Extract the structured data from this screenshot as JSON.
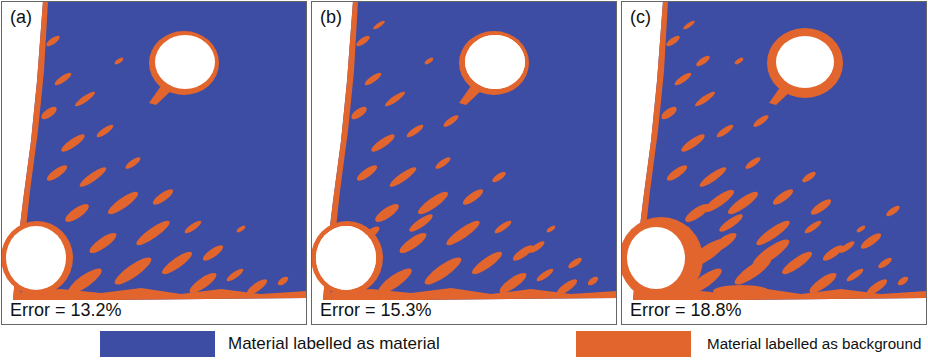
{
  "diagram": {
    "nodes": [
      {
        "text": [
          "(a)",
          "Error = 13.2%"
        ]
      },
      {
        "text": [
          "(b)",
          "Error = 15.3%"
        ]
      },
      {
        "text": [
          "(c)",
          "Error = 18.8%"
        ]
      }
    ],
    "legend": [
      {
        "text": "Material labelled as material",
        "color": "#3d4da3"
      },
      {
        "text": "Material labelled as background",
        "color": "#e2652e"
      }
    ]
  }
}
